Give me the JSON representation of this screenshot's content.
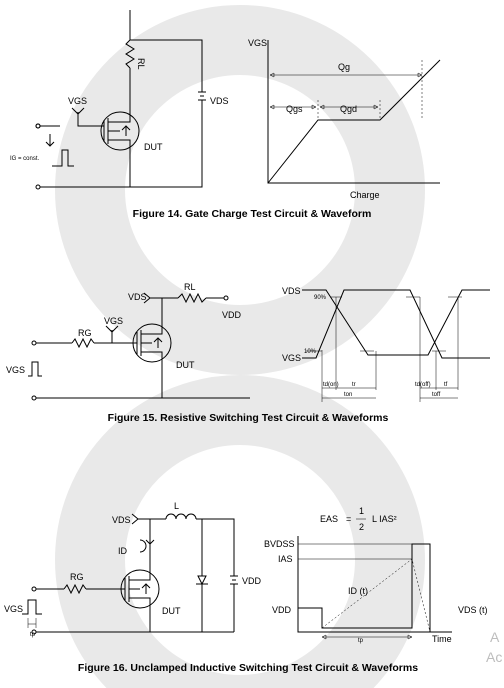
{
  "figure14": {
    "caption": "Figure 14. Gate Charge Test Circuit & Waveform",
    "circuit": {
      "rl": "RL",
      "vgs": "VGS",
      "vds": "VDS",
      "dut": "DUT",
      "ig": "IG = const."
    },
    "waveform": {
      "y_axis": "VGS",
      "x_axis": "Charge",
      "qg": "Qg",
      "qgs": "Qgs",
      "qgd": "Qgd"
    }
  },
  "figure15": {
    "caption": "Figure 15. Resistive Switching Test Circuit & Waveforms",
    "circuit": {
      "vds": "VDS",
      "rl": "RL",
      "vdd": "VDD",
      "rg": "RG",
      "vgs_gate": "VGS",
      "vgs_source": "VGS",
      "dut": "DUT"
    },
    "waveform": {
      "vds": "VDS",
      "vgs": "VGS",
      "pct90": "90%",
      "pct10": "10%",
      "td_on": "td(on)",
      "tr": "tr",
      "t_on": "ton",
      "td_off": "td(off)",
      "tf": "tf",
      "t_off": "toff"
    }
  },
  "figure16": {
    "caption": "Figure 16. Unclamped Inductive Switching Test Circuit & Waveforms",
    "formula": {
      "lhs": "EAS",
      "equals": "=",
      "numerator": "1",
      "denominator": "2",
      "rhs": "L IAS²"
    },
    "circuit": {
      "vds": "VDS",
      "l": "L",
      "id": "ID",
      "rg": "RG",
      "vgs": "VGS",
      "tp": "tp",
      "dut": "DUT",
      "vdd": "VDD"
    },
    "waveform": {
      "bvdss": "BVDSS",
      "ias": "IAS",
      "idt": "ID (t)",
      "vdd": "VDD",
      "vdst": "VDS (t)",
      "tp": "tp",
      "time": "Time"
    }
  },
  "watermark": {
    "line1": "A",
    "line2": "Ac"
  }
}
